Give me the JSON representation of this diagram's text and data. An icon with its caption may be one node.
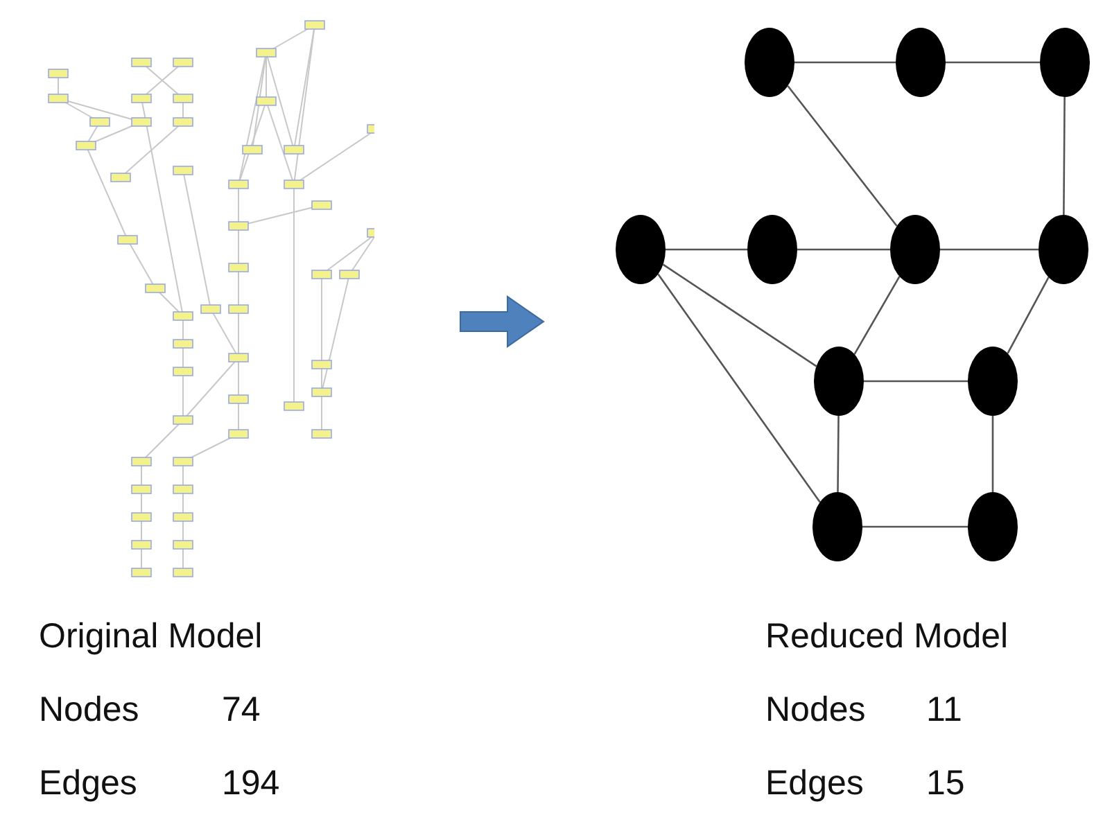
{
  "diagram": {
    "nodes": [
      {
        "text": [],
        "shape": "picture"
      },
      {
        "text": [],
        "shape": "circle"
      },
      {
        "text": [],
        "shape": "circle"
      },
      {
        "text": [],
        "shape": "circle"
      },
      {
        "text": [],
        "shape": "circle"
      },
      {
        "text": [],
        "shape": "circle"
      },
      {
        "text": [],
        "shape": "circle"
      },
      {
        "text": [],
        "shape": "circle"
      },
      {
        "text": [],
        "shape": "circle"
      },
      {
        "text": [],
        "shape": "circle"
      },
      {
        "text": [],
        "shape": "circle"
      },
      {
        "text": [],
        "shape": "circle"
      }
    ],
    "edges": [
      {
        "from": 1,
        "to": 2,
        "arrow": "none"
      },
      {
        "from": 2,
        "to": 3,
        "arrow": "none"
      },
      {
        "from": 1,
        "to": 6,
        "arrow": "none"
      },
      {
        "from": 3,
        "to": 7,
        "arrow": "none"
      },
      {
        "from": 4,
        "to": 5,
        "arrow": "none"
      },
      {
        "from": 5,
        "to": 6,
        "arrow": "none"
      },
      {
        "from": 6,
        "to": 7,
        "arrow": "none"
      },
      {
        "from": 4,
        "to": 8,
        "arrow": "none"
      },
      {
        "from": 4,
        "to": 10,
        "arrow": "none"
      },
      {
        "from": 6,
        "to": 8,
        "arrow": "none"
      },
      {
        "from": 7,
        "to": 9,
        "arrow": "none"
      },
      {
        "from": 8,
        "to": 9,
        "arrow": "none"
      },
      {
        "from": 8,
        "to": 10,
        "arrow": "none"
      },
      {
        "from": 9,
        "to": 11,
        "arrow": "none"
      },
      {
        "from": 10,
        "to": 11,
        "arrow": "none"
      }
    ],
    "labels": [
      "Original Model",
      "Reduced Model",
      "Nodes",
      "74",
      "Nodes",
      "11",
      "Edges",
      "194",
      "Edges",
      "15"
    ]
  }
}
